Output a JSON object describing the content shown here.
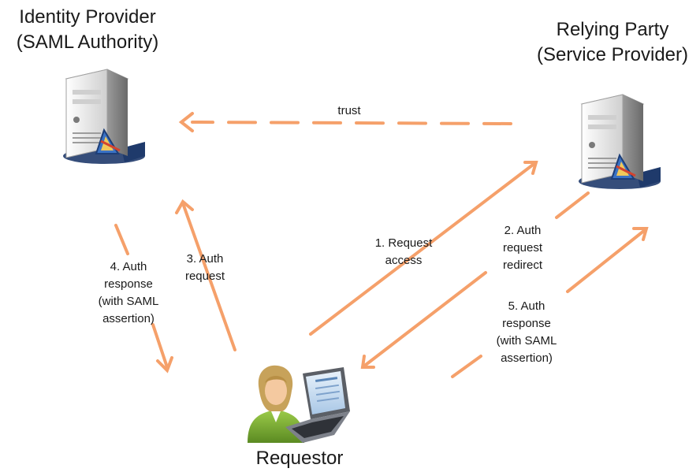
{
  "colors": {
    "arrow": "#f5a06a",
    "server_body": "#e8e8e8",
    "server_shadow": "#1f3a6b",
    "person_body": "#7fb23a",
    "laptop": "#6b6f77"
  },
  "nodes": {
    "identity_provider": {
      "title_line1": "Identity Provider",
      "title_line2": "(SAML Authority)",
      "icon": "server-icon"
    },
    "relying_party": {
      "title_line1": "Relying Party",
      "title_line2": "(Service Provider)",
      "icon": "server-icon"
    },
    "requestor": {
      "title": "Requestor",
      "icon": "user-laptop-icon"
    }
  },
  "edges": {
    "trust": {
      "label": "trust",
      "style": "dashed"
    },
    "step1": {
      "line1": "1. Request",
      "line2": "access"
    },
    "step2": {
      "line1": "2. Auth",
      "line2": "request",
      "line3": "redirect",
      "style": "dashed"
    },
    "step3": {
      "line1": "3. Auth",
      "line2": "request"
    },
    "step4": {
      "line1": "4. Auth",
      "line2": "response",
      "line3": "(with SAML",
      "line4": "assertion)",
      "style": "dashed"
    },
    "step5": {
      "line1": "5. Auth",
      "line2": "response",
      "line3": "(with SAML",
      "line4": "assertion)",
      "style": "dashed"
    }
  }
}
